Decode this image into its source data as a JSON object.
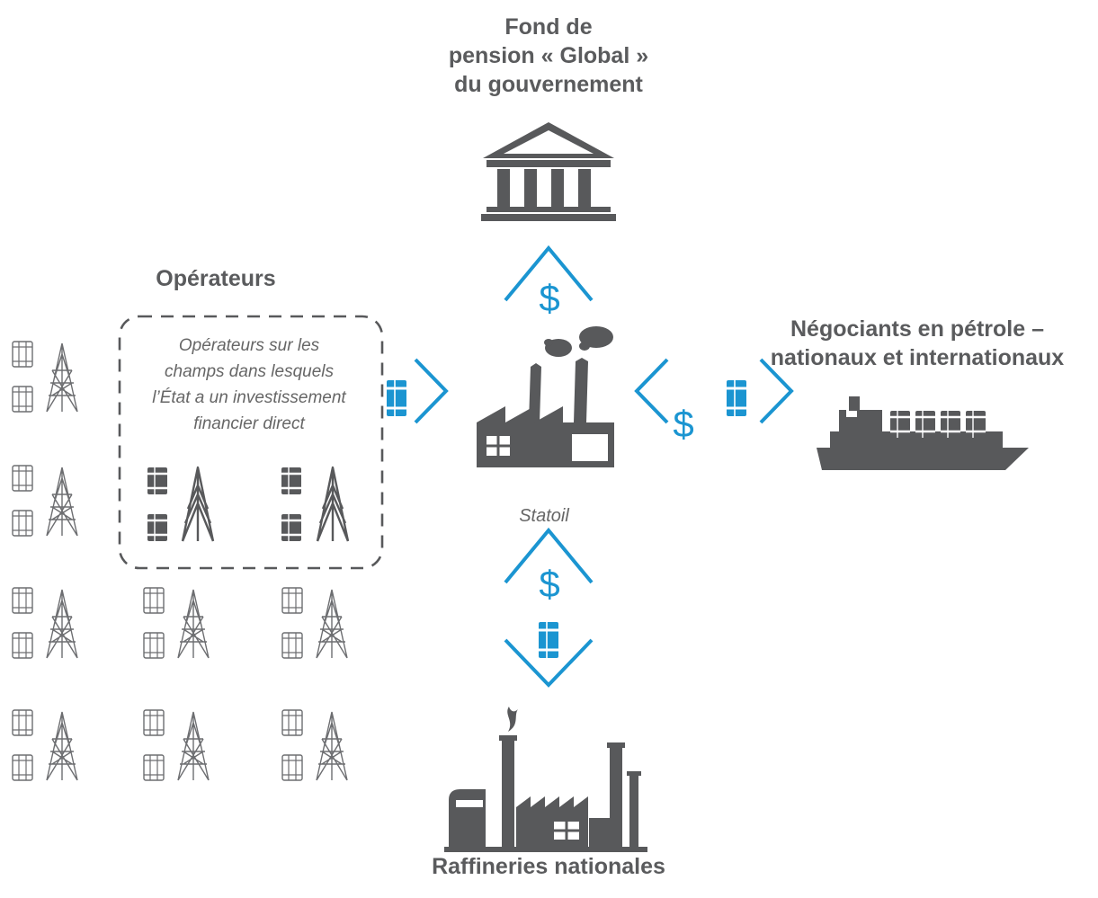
{
  "labels": {
    "fund": [
      "Fond de",
      "pension « Global »",
      "du gouvernement"
    ],
    "operators_title": "Opérateurs",
    "operators_note": [
      "Opérateurs sur les",
      "champs dans lesquels",
      "l’État a un investissement",
      "financier direct"
    ],
    "traders": [
      "Négociants en pétrole –",
      "nationaux et internationaux"
    ],
    "statoil": "Statoil",
    "refineries": "Raffineries nationales"
  },
  "symbols": {
    "money": "$"
  },
  "colors": {
    "accent": "#1b95d1",
    "dark": "#58595b",
    "line": "#6d6e71",
    "text": "#5a5b5d"
  },
  "icons": {
    "fund": "government-building-icon",
    "statoil": "factory-icon",
    "traders": "tanker-ship-icon",
    "refineries": "refinery-icon",
    "barrel": "oil-barrel-icon",
    "rig": "oil-rig-icon"
  }
}
